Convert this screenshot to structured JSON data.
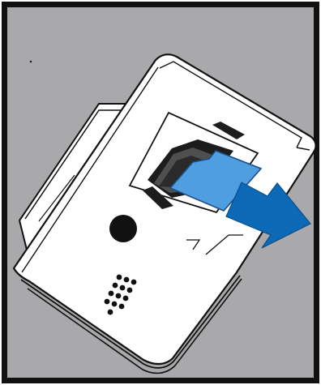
{
  "illustration": {
    "subject": "device",
    "component": "sim-card",
    "action": "remove",
    "direction": "right-down"
  },
  "colors": {
    "frame": "#111111",
    "background": "#a9a9ab",
    "device_body": "#ffffff",
    "outline": "#111111",
    "tray_dark": "#1c1c1c",
    "tray_mid": "#4f4f4f",
    "card": "#4f9fe0",
    "card_edge": "#1d4e86",
    "arrow": "#0b69b6",
    "arrow_edge": "#0a4f8a"
  }
}
